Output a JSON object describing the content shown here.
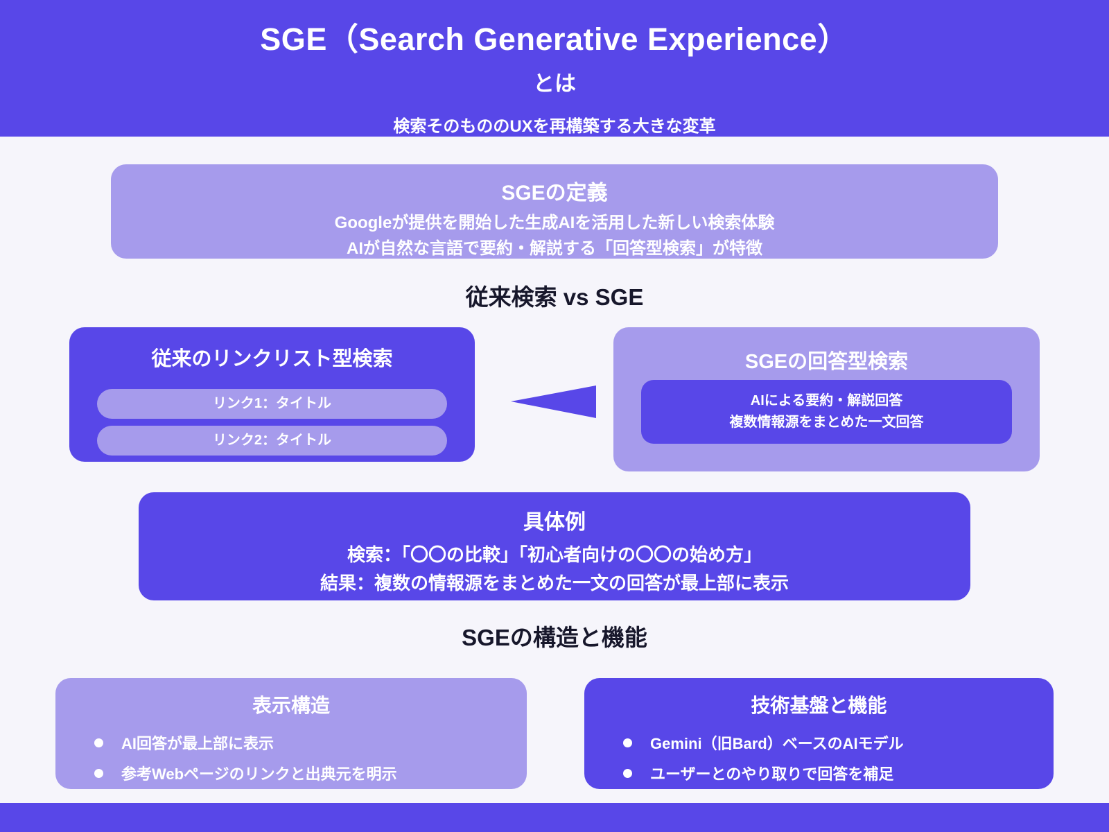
{
  "colors": {
    "primary": "#5847E8",
    "light_purple": "#A69BEC",
    "background": "#F6F5FB",
    "heading_text": "#17172B",
    "text_on_purple": "#FFFFFF"
  },
  "header": {
    "title": "SGE（Search Generative Experience）",
    "subtitle": "とは",
    "tagline": "検索そのもののUXを再構築する大きな変革"
  },
  "definition": {
    "title": "SGEの定義",
    "lines": [
      "Googleが提供を開始した生成AIを活用した新しい検索体験",
      "AIが自然な言語で要約・解説する「回答型検索」が特徴"
    ]
  },
  "comparison": {
    "heading": "従来検索 vs SGE",
    "traditional": {
      "title": "従来のリンクリスト型検索",
      "links": [
        "リンク1：タイトル",
        "リンク2：タイトル"
      ]
    },
    "sge": {
      "title": "SGEの回答型検索",
      "answer_lines": [
        "AIによる要約・解説回答",
        "複数情報源をまとめた一文回答"
      ]
    }
  },
  "example": {
    "title": "具体例",
    "lines": [
      "検索：「〇〇の比較」「初心者向けの〇〇の始め方」",
      "結果：複数の情報源をまとめた一文の回答が最上部に表示"
    ]
  },
  "structure": {
    "heading": "SGEの構造と機能",
    "display": {
      "title": "表示構造",
      "bullets": [
        "AI回答が最上部に表示",
        "参考Webページのリンクと出典元を明示"
      ]
    },
    "tech": {
      "title": "技術基盤と機能",
      "bullets": [
        "Gemini（旧Bard）ベースのAIモデル",
        "ユーザーとのやり取りで回答を補足"
      ]
    }
  }
}
